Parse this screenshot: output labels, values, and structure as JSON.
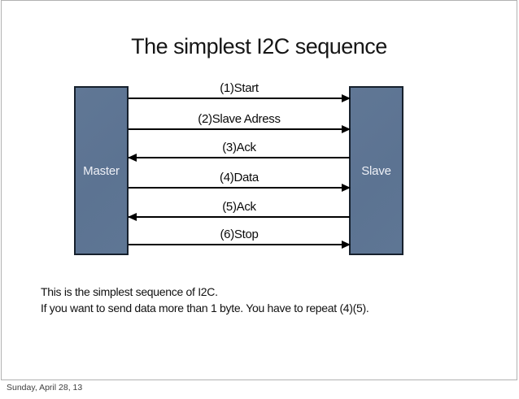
{
  "slide": {
    "title": "The simplest I2C sequence",
    "footer": "Sunday, April 28, 13"
  },
  "diagram": {
    "actors": [
      {
        "id": "master",
        "label": "Master"
      },
      {
        "id": "slave",
        "label": "Slave"
      }
    ],
    "arrows": [
      {
        "label": "(1)Start",
        "direction": "right",
        "from": "Master",
        "to": "Slave"
      },
      {
        "label": "(2)Slave Adress",
        "direction": "right",
        "from": "Master",
        "to": "Slave"
      },
      {
        "label": "(3)Ack",
        "direction": "left",
        "from": "Slave",
        "to": "Master"
      },
      {
        "label": "(4)Data",
        "direction": "right",
        "from": "Master",
        "to": "Slave"
      },
      {
        "label": "(5)Ack",
        "direction": "left",
        "from": "Slave",
        "to": "Master"
      },
      {
        "label": "(6)Stop",
        "direction": "right",
        "from": "Master",
        "to": "Slave"
      }
    ],
    "colors": {
      "actor_fill": "#5d7493",
      "actor_border": "#16202c",
      "line": "#000000",
      "slide_border": "#b2b2b2"
    }
  },
  "notes": {
    "line1": "This is the simplest sequence of I2C.",
    "line2": "If you want to send data more than 1 byte. You have to repeat (4)(5)."
  }
}
